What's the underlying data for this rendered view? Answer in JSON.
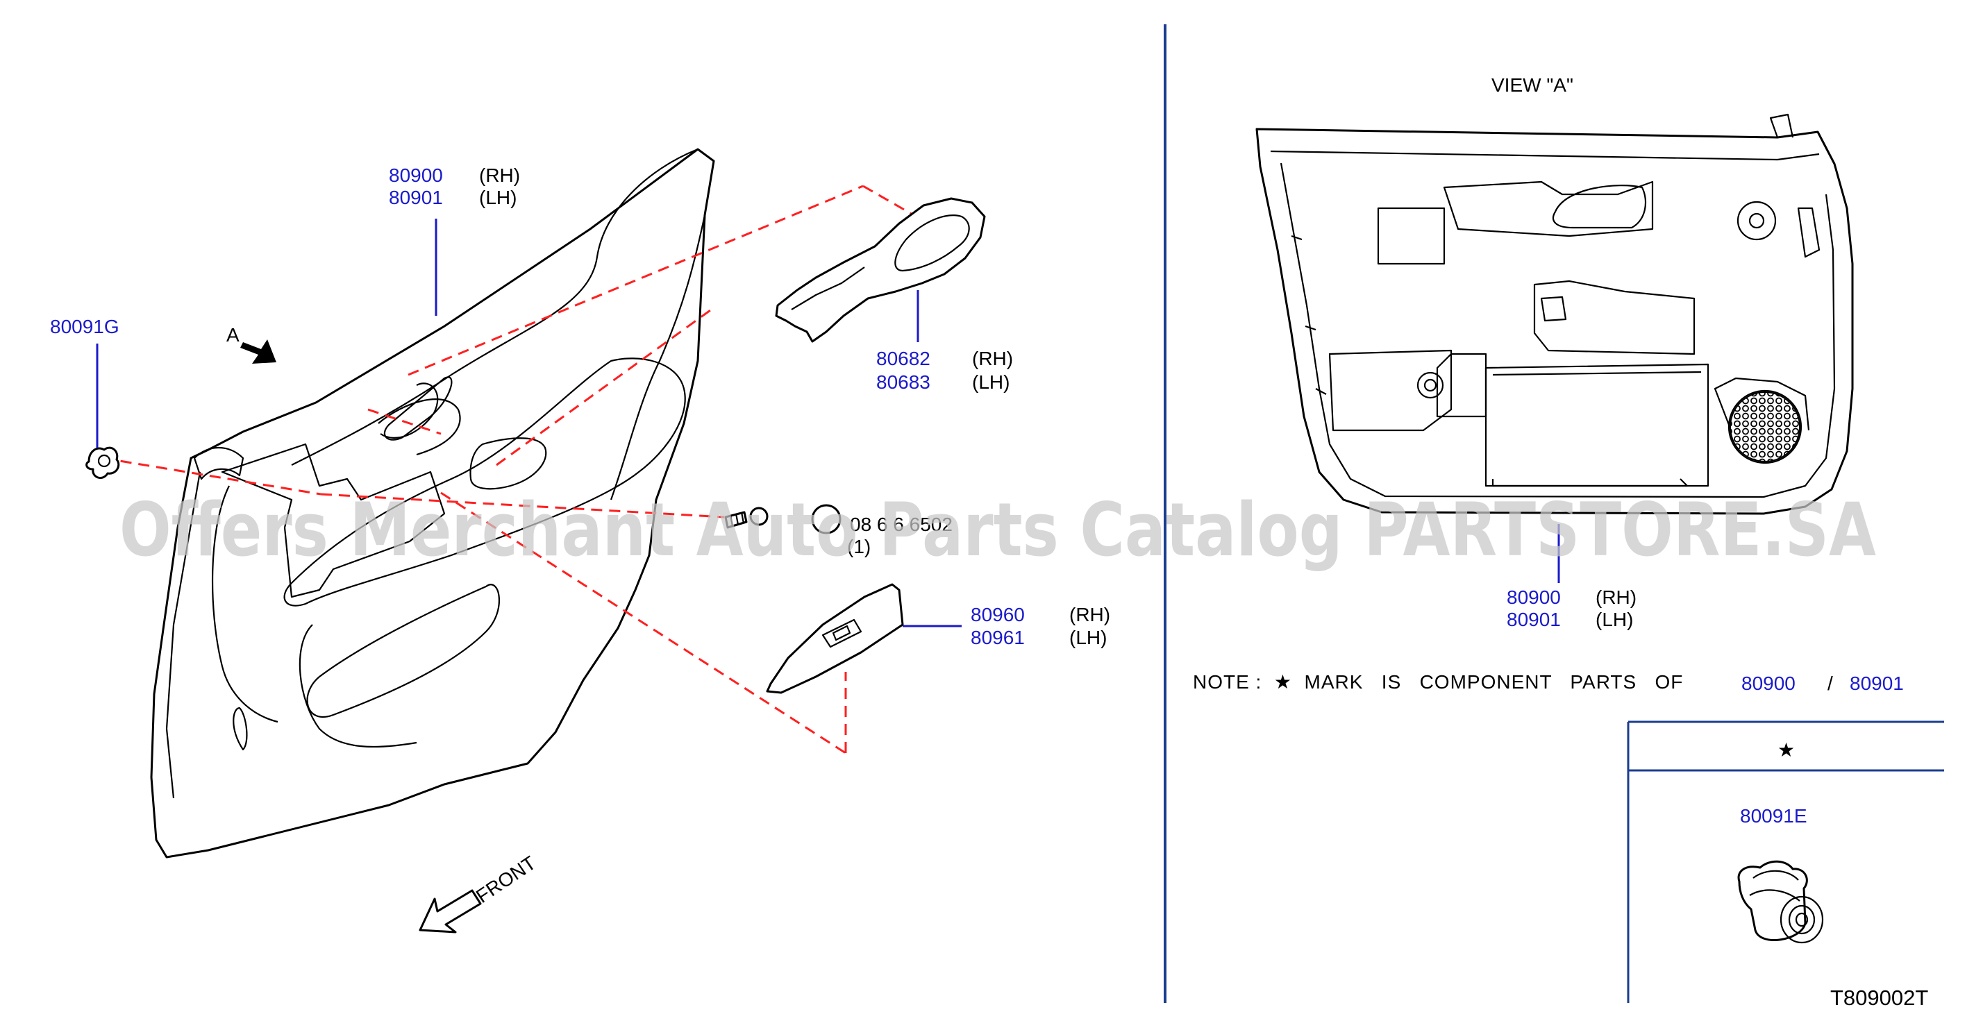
{
  "main_panel": {
    "part_rh": "80900",
    "part_lh": "80901",
    "rh": "(RH)",
    "lh": "(LH)"
  },
  "clip_g": {
    "part": "80091G"
  },
  "view_arrow": {
    "label": "A"
  },
  "pull_handle": {
    "part_rh": "80682",
    "part_lh": "80683",
    "rh": "(RH)",
    "lh": "(LH)"
  },
  "screw": {
    "part": "08 6 6 6502",
    "qty": "(1)"
  },
  "switch_finisher": {
    "part_rh": "80960",
    "part_lh": "80961",
    "rh": "(RH)",
    "lh": "(LH)"
  },
  "front_arrow": {
    "label": "FRONT"
  },
  "view_a": {
    "title": "VIEW  \"A\"",
    "part_rh": "80900",
    "part_lh": "80901",
    "rh": "(RH)",
    "lh": "(LH)"
  },
  "note": {
    "text": "NOTE :  ★  MARK   IS   COMPONENT   PARTS   OF",
    "part_a": "80900",
    "separator": "/",
    "part_b": "80901"
  },
  "component_box": {
    "star": "★",
    "part": "80091E"
  },
  "diagram_code": "T809002T",
  "watermark": "Offers Merchant Auto Parts Catalog PARTSTORE.SA",
  "colors": {
    "part_number": "#1a1acc",
    "dashed_line": "#ff2020",
    "divider": "#1a3d8f"
  }
}
